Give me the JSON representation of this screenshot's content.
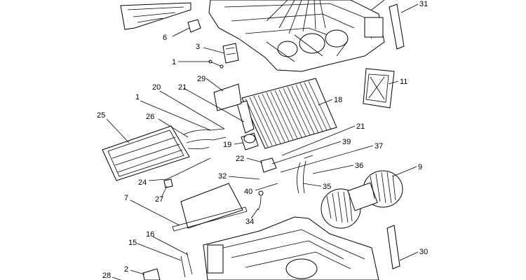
{
  "diagram": {
    "callouts": [
      "31",
      "6",
      "3",
      "1",
      "29",
      "11",
      "21",
      "20",
      "1",
      "18",
      "25",
      "26",
      "21",
      "19",
      "39",
      "22",
      "37",
      "36",
      "9",
      "32",
      "24",
      "40",
      "35",
      "27",
      "7",
      "34",
      "16",
      "15",
      "30",
      "28",
      "2"
    ]
  }
}
